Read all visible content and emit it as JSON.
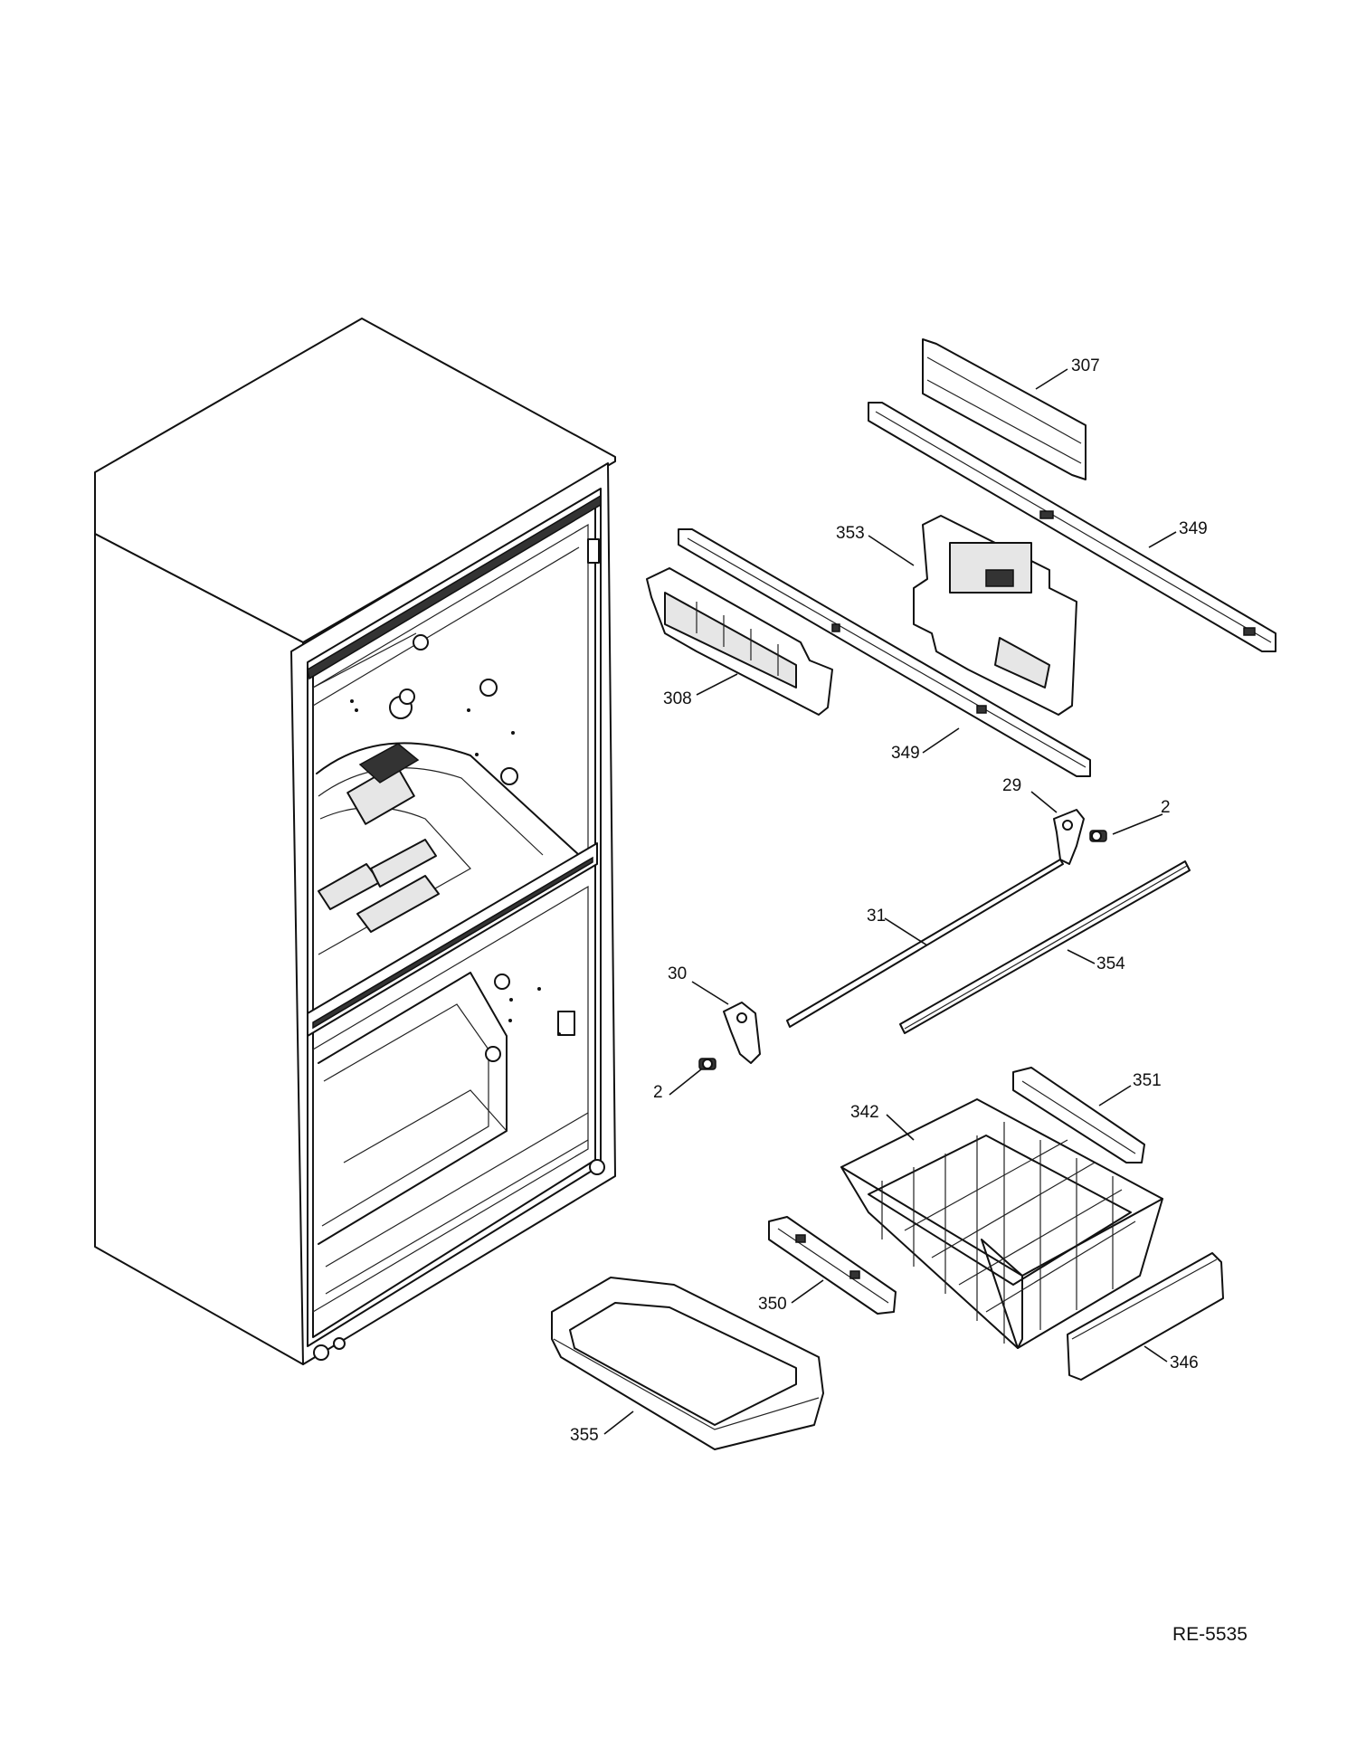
{
  "diagram": {
    "reference_code": "RE-5535",
    "callouts": [
      {
        "id": "c307",
        "label": "307"
      },
      {
        "id": "c349a",
        "label": "349"
      },
      {
        "id": "c353",
        "label": "353"
      },
      {
        "id": "c308",
        "label": "308"
      },
      {
        "id": "c349b",
        "label": "349"
      },
      {
        "id": "c29",
        "label": "29"
      },
      {
        "id": "c2a",
        "label": "2"
      },
      {
        "id": "c31",
        "label": "31"
      },
      {
        "id": "c354",
        "label": "354"
      },
      {
        "id": "c30",
        "label": "30"
      },
      {
        "id": "c2b",
        "label": "2"
      },
      {
        "id": "c351",
        "label": "351"
      },
      {
        "id": "c342",
        "label": "342"
      },
      {
        "id": "c350",
        "label": "350"
      },
      {
        "id": "c346",
        "label": "346"
      },
      {
        "id": "c355",
        "label": "355"
      }
    ]
  }
}
